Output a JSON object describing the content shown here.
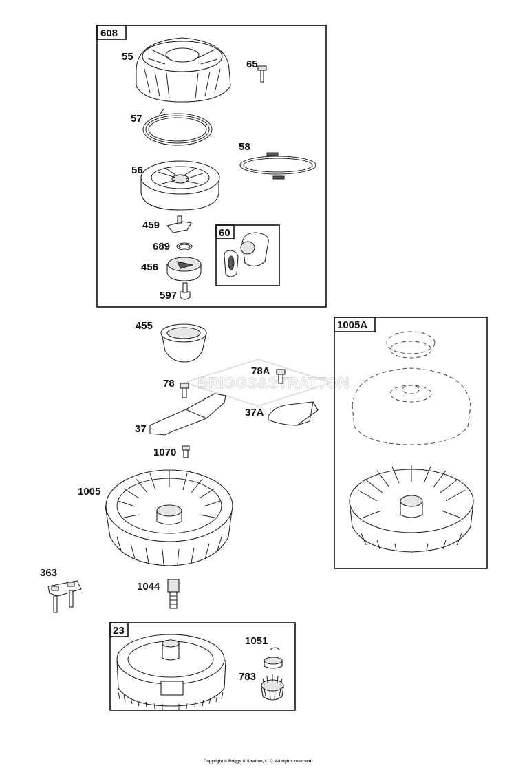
{
  "watermark": "BRIGGS&STRATTON",
  "copyright": "Copyright © Briggs & Stratton, LLC. All rights reserved.",
  "groups": {
    "g608": "608",
    "g60": "60",
    "g1005A": "1005A",
    "g23": "23"
  },
  "labels": {
    "p55": "55",
    "p65": "65",
    "p57": "57",
    "p58": "58",
    "p56": "56",
    "p459": "459",
    "p689": "689",
    "p456": "456",
    "p597": "597",
    "p455": "455",
    "p78A": "78A",
    "p78": "78",
    "p37A": "37A",
    "p37": "37",
    "p1070": "1070",
    "p1005": "1005",
    "p363": "363",
    "p1044": "1044",
    "p1051": "1051",
    "p783": "783"
  }
}
